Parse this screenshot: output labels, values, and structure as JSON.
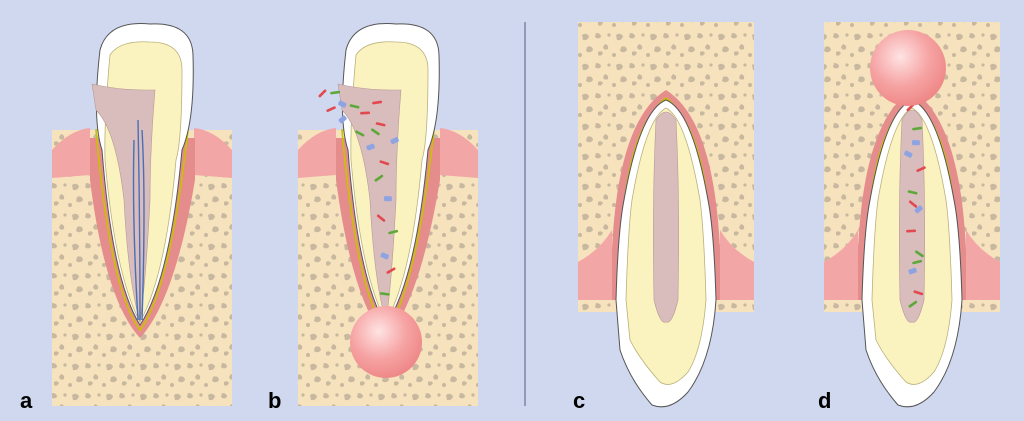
{
  "panels": [
    {
      "id": "a",
      "label": "a"
    },
    {
      "id": "b",
      "label": "b"
    },
    {
      "id": "c",
      "label": "c"
    },
    {
      "id": "d",
      "label": "d"
    }
  ],
  "colors": {
    "background": "#cfd8ee",
    "bone": "#f6e2bc",
    "bone_pores": "#c8b8a0",
    "gum": "#f3a6a6",
    "gum_light": "#f6c4c4",
    "enamel": "#ffffff",
    "dentin": "#fbf3bf",
    "pulp": "#d9bcbc",
    "ligament": "#e58c8c",
    "lamina_line": "#c9c200",
    "nerve": "#4a6fb5",
    "abscess": "#f7a0a0",
    "bacteria_red": "#e2484e",
    "bacteria_green": "#5ca93a",
    "bacteria_blue": "#8ea4e2"
  }
}
